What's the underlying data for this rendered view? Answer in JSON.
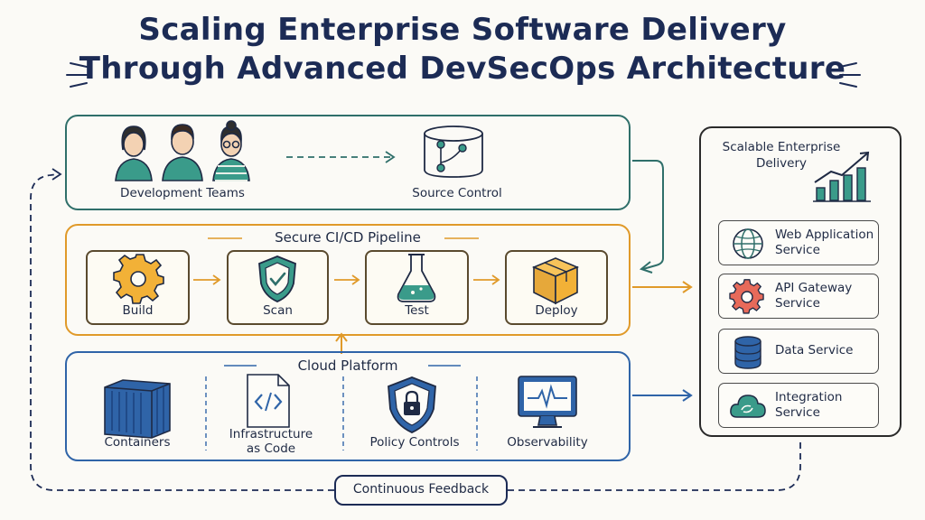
{
  "title": {
    "line1": "Scaling Enterprise Software Delivery",
    "line2": "Through Advanced DevSecOps Architecture"
  },
  "top_panel": {
    "dev_teams": "Development Teams",
    "source_control": "Source Control"
  },
  "pipeline": {
    "title": "Secure CI/CD Pipeline",
    "stages": [
      {
        "label": "Build",
        "icon": "gear-icon"
      },
      {
        "label": "Scan",
        "icon": "shield-check-icon"
      },
      {
        "label": "Test",
        "icon": "flask-icon"
      },
      {
        "label": "Deploy",
        "icon": "box-icon"
      }
    ]
  },
  "cloud": {
    "title": "Cloud Platform",
    "items": [
      {
        "label": "Containers",
        "icon": "container-icon"
      },
      {
        "label_line1": "Infrastructure",
        "label_line2": "as Code",
        "icon": "code-file-icon"
      },
      {
        "label": "Policy Controls",
        "icon": "shield-lock-icon"
      },
      {
        "label": "Observability",
        "icon": "monitor-pulse-icon"
      }
    ]
  },
  "delivery": {
    "title_line1": "Scalable Enterprise",
    "title_line2": "Delivery",
    "services": [
      {
        "line1": "Web Application",
        "line2": "Service",
        "icon": "globe-icon"
      },
      {
        "line1": "API Gateway",
        "line2": "Service",
        "icon": "gear-icon"
      },
      {
        "line1": "Data Service",
        "line2": "",
        "icon": "database-icon"
      },
      {
        "line1": "Integration",
        "line2": "Service",
        "icon": "cloud-icon"
      }
    ]
  },
  "feedback": "Continuous Feedback",
  "colors": {
    "teal": "#2f6f6a",
    "orange": "#e09a2a",
    "blue": "#2f64a8",
    "navy": "#1c2b55"
  }
}
